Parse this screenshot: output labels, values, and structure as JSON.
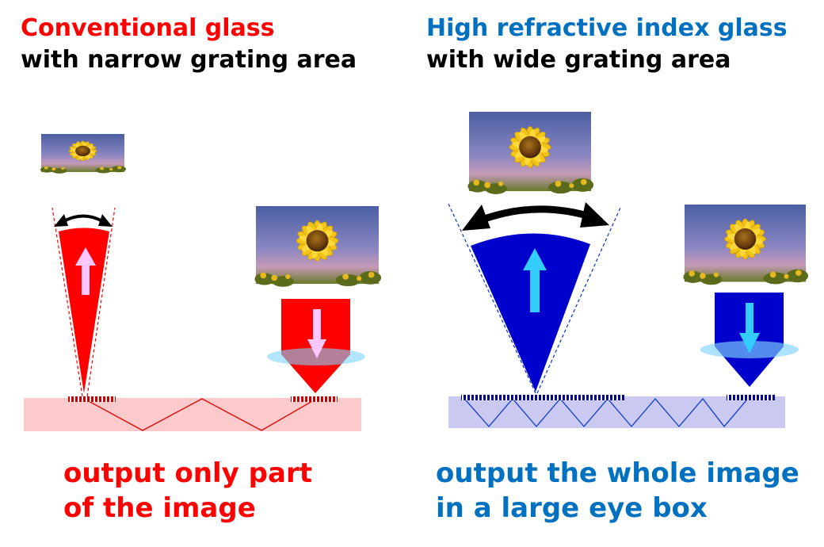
{
  "left": {
    "title_line1": "Conventional glass",
    "title_line2": "with narrow grating area",
    "caption_line1": "output only part",
    "caption_line2": "of the image"
  },
  "right": {
    "title_line1": "High refractive index glass",
    "title_line2": "with wide grating area",
    "caption_line1": "output the whole image",
    "caption_line2": "in a large eye box"
  },
  "colors": {
    "conventional": "#ff0000",
    "high_index": "#0000cc",
    "high_index_text": "#0070c0",
    "waveguide_conventional": "#fccaca",
    "waveguide_high_index": "#c9c9f2",
    "arrow_conventional": "#ffc6ff",
    "arrow_high_index": "#33ccff",
    "lens": "#7fd6ff"
  },
  "icons": {
    "image_thumbnail": "sunflower-image-icon",
    "fov_indicator": "double-headed-arc-arrow-icon",
    "light_direction": "straight-arrow-icon",
    "eye_lens": "lens-ellipse-icon"
  }
}
